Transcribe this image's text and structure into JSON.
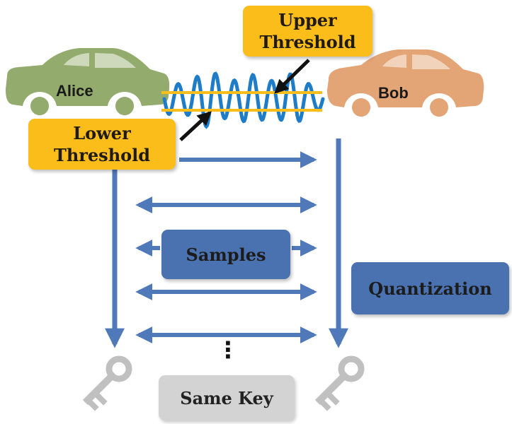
{
  "cars": {
    "alice": {
      "label": "Alice",
      "color": "#93ab6c"
    },
    "bob": {
      "label": "Bob",
      "color": "#e3a476"
    }
  },
  "thresholds": {
    "upper_label": "Upper Threshold",
    "lower_label": "Lower Threshold",
    "color": "#fbbd1a"
  },
  "signal_color": "#1f7cc7",
  "arrow_color": "#4f79b9",
  "boxes": {
    "samples": "Samples",
    "quantization": "Quantization",
    "same_key": "Same Key"
  },
  "ellipsis": "⋮",
  "key_color": "#c0c0c0"
}
